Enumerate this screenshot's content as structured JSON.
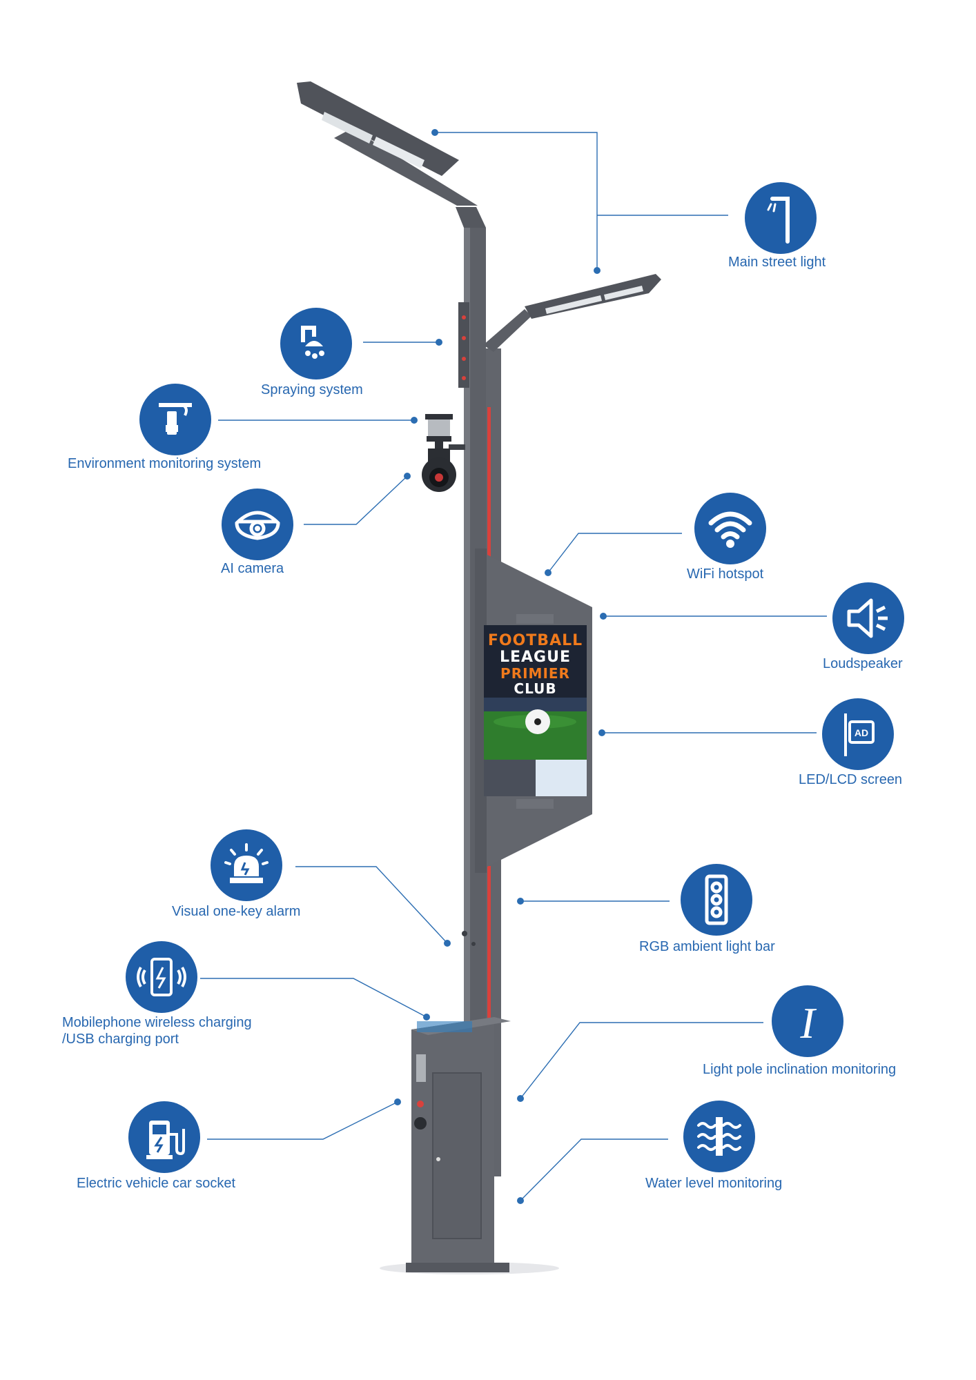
{
  "colors": {
    "accent_blue": "#1f5ea8",
    "label_blue": "#2767b0",
    "pole_gray": "#5e6168",
    "pole_dark": "#4a4d53",
    "ambient_red": "#d9413c"
  },
  "features": [
    {
      "id": "main-street-light",
      "label": "Main street light",
      "icon": "street-lamp-icon"
    },
    {
      "id": "spraying-system",
      "label": "Spraying system",
      "icon": "sprinkler-icon"
    },
    {
      "id": "environment-monitoring-system",
      "label": "Environment monitoring system",
      "icon": "sensor-icon"
    },
    {
      "id": "ai-camera",
      "label": "AI camera",
      "icon": "dome-camera-icon"
    },
    {
      "id": "wifi-hotspot",
      "label": "WiFi hotspot",
      "icon": "wifi-icon"
    },
    {
      "id": "loudspeaker",
      "label": "Loudspeaker",
      "icon": "speaker-icon"
    },
    {
      "id": "led-lcd-screen",
      "label": "LED/LCD screen",
      "icon": "ad-screen-icon"
    },
    {
      "id": "visual-one-key-alarm",
      "label": "Visual one-key alarm",
      "icon": "alarm-light-icon"
    },
    {
      "id": "rgb-ambient-light-bar",
      "label": "RGB ambient light bar",
      "icon": "light-bar-icon"
    },
    {
      "id": "mobilephone-charging",
      "label": "Mobilephone wireless charging\n/USB charging port",
      "icon": "wireless-charging-icon"
    },
    {
      "id": "light-pole-inclination-monitoring",
      "label": "Light pole inclination monitoring",
      "icon": "inclination-icon"
    },
    {
      "id": "electric-vehicle-car-socket",
      "label": "Electric vehicle car socket",
      "icon": "ev-charger-icon"
    },
    {
      "id": "water-level-monitoring",
      "label": "Water level monitoring",
      "icon": "water-level-icon"
    }
  ],
  "screen_ad": {
    "line1": "FOOTBALL",
    "line2": "LEAGUE",
    "line3": "PRIMIER",
    "line4": "CLUB"
  }
}
